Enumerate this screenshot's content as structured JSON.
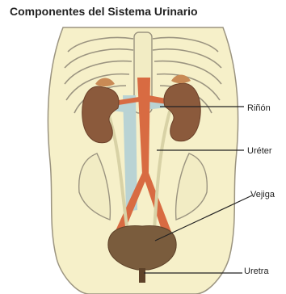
{
  "title": "Componentes del Sistema Urinario",
  "labels": {
    "kidney": "Riñón",
    "ureter": "Uréter",
    "bladder": "Vejiga",
    "urethra": "Uretra"
  },
  "colors": {
    "background": "#ffffff",
    "body": "#f6f0c9",
    "outline": "#9b9480",
    "kidney": "#8b5a3c",
    "aorta": "#d86b42",
    "vena": "#b9d3d4",
    "bladder": "#7a5c3d",
    "ureter": "#d8d2a6",
    "leader": "#222222"
  }
}
